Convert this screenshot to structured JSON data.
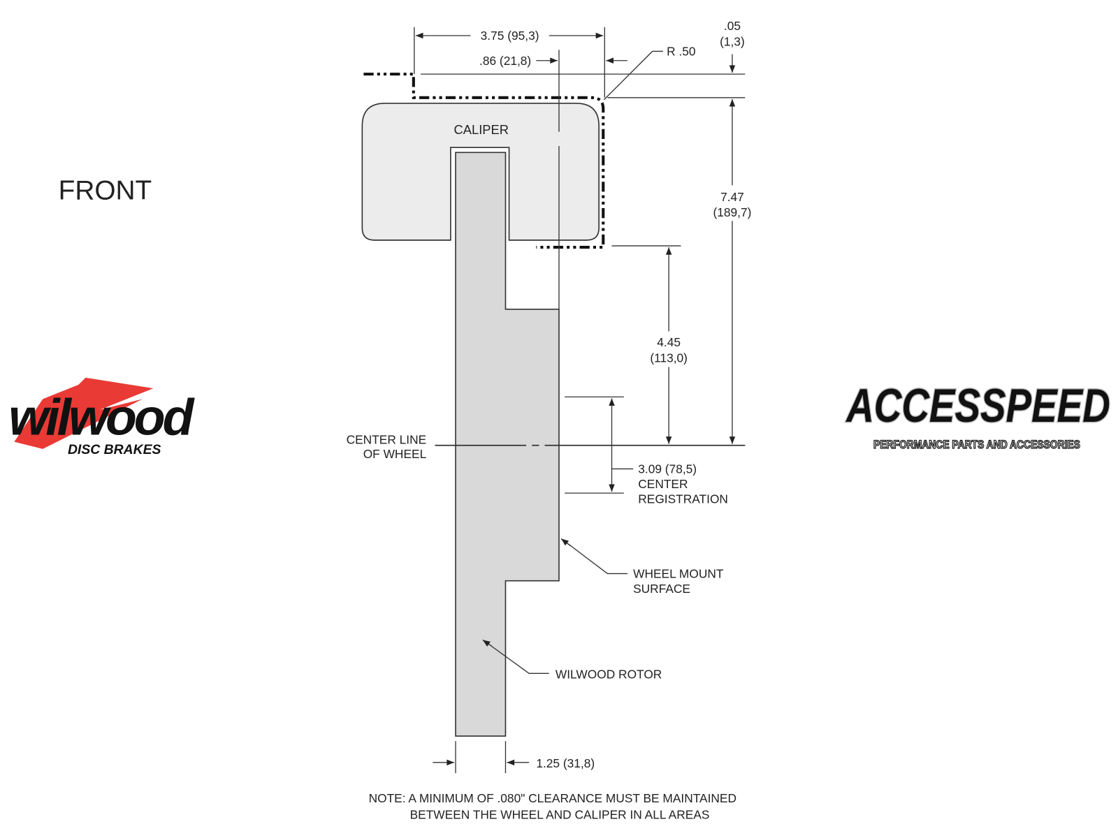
{
  "view_label": "FRONT",
  "parts": {
    "caliper": "CALIPER",
    "center_line": [
      "CENTER LINE",
      "OF WHEEL"
    ],
    "wheel_mount": [
      "WHEEL MOUNT",
      "SURFACE"
    ],
    "rotor": "WILWOOD ROTOR"
  },
  "dimensions": {
    "overall_width": "3.75 (95,3)",
    "offset": ".86 (21,8)",
    "radius": "R .50",
    "gap": [
      ".05",
      "(1,3)"
    ],
    "height_total": [
      "7.47",
      "(189,7)"
    ],
    "height_caliper": [
      "4.45",
      "(113,0)"
    ],
    "registration": [
      "3.09 (78,5)",
      "CENTER",
      "REGISTRATION"
    ],
    "rotor_thickness": "1.25 (31,8)"
  },
  "note": [
    "NOTE: A MINIMUM OF .080\" CLEARANCE MUST BE MAINTAINED",
    "BETWEEN THE WHEEL AND CALIPER IN ALL AREAS"
  ],
  "logos": {
    "wilwood": {
      "name": "wilwood",
      "tagline": "DISC BRAKES",
      "accent": "#e8251f"
    },
    "accesspeed": {
      "name": "ACCESSPEED",
      "tagline": "PERFORMANCE PARTS AND ACCESSORIES"
    }
  },
  "colors": {
    "caliper": "#ececec",
    "rotor": "#d9d9d9"
  }
}
